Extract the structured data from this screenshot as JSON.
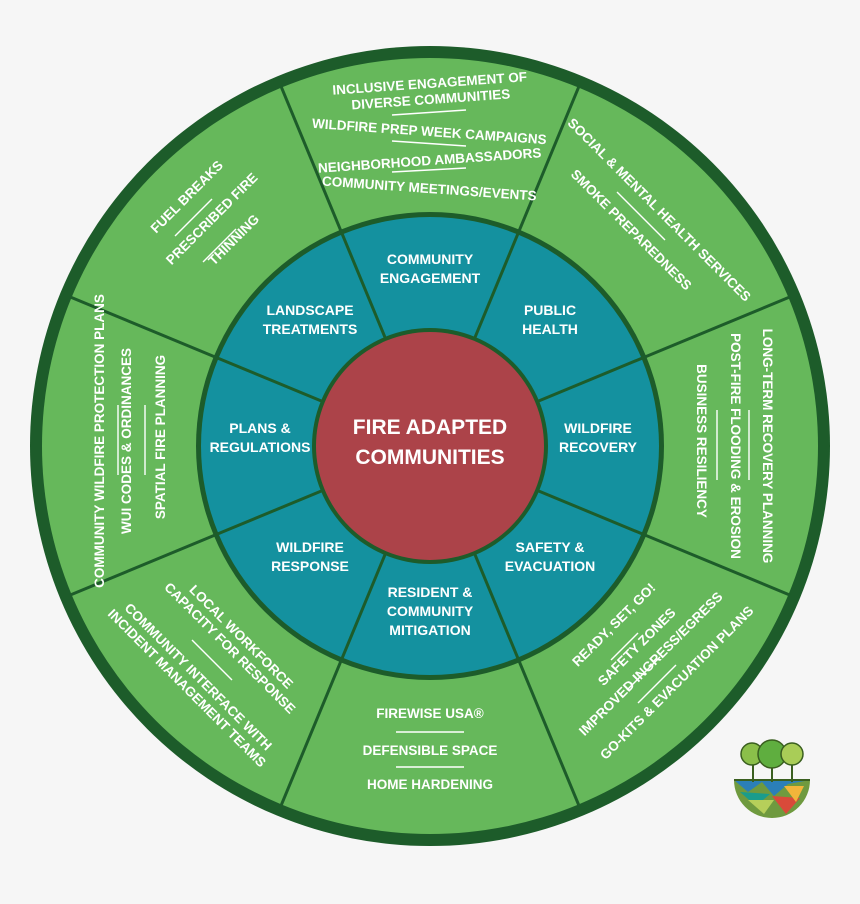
{
  "center": {
    "lines": [
      "FIRE ADAPTED",
      "COMMUNITIES"
    ]
  },
  "colors": {
    "outer_ring": "#66b85b",
    "outer_border": "#1d5c2a",
    "divider": "#1d5c2a",
    "middle_ring": "#14919f",
    "center": "#ac4349",
    "text": "#ffffff",
    "background": "#f6f6f6"
  },
  "segments": [
    {
      "id": "community-engagement",
      "name_lines": [
        "COMMUNITY",
        "ENGAGEMENT"
      ],
      "items": [
        "INCLUSIVE ENGAGEMENT OF DIVERSE COMMUNITIES",
        "WILDFIRE PREP WEEK CAMPAIGNS",
        "NEIGHBORHOOD AMBASSADORS",
        "COMMUNITY MEETINGS/EVENTS"
      ]
    },
    {
      "id": "public-health",
      "name_lines": [
        "PUBLIC",
        "HEALTH"
      ],
      "items": [
        "SOCIAL & MENTAL HEALTH SERVICES",
        "SMOKE PREPAREDNESS"
      ]
    },
    {
      "id": "wildfire-recovery",
      "name_lines": [
        "WILDFIRE",
        "RECOVERY"
      ],
      "items": [
        "LONG-TERM RECOVERY PLANNING",
        "POST-FIRE FLOODING & EROSION",
        "BUSINESS RESILIENCY"
      ]
    },
    {
      "id": "safety-evacuation",
      "name_lines": [
        "SAFETY &",
        "EVACUATION"
      ],
      "items": [
        "READY, SET, GO!",
        "SAFETY ZONES",
        "IMPROVED INGRESS/EGRESS",
        "GO-KITS & EVACUATION PLANS"
      ]
    },
    {
      "id": "resident-community-mitigation",
      "name_lines": [
        "RESIDENT &",
        "COMMUNITY",
        "MITIGATION"
      ],
      "items": [
        "FIREWISE USA®",
        "DEFENSIBLE SPACE",
        "HOME HARDENING"
      ]
    },
    {
      "id": "wildfire-response",
      "name_lines": [
        "WILDFIRE",
        "RESPONSE"
      ],
      "items": [
        "LOCAL WORKFORCE CAPACITY FOR RESPONSE",
        "COMMUNITY INTERFACE WITH INCIDENT MANAGEMENT TEAMS"
      ]
    },
    {
      "id": "plans-regulations",
      "name_lines": [
        "PLANS &",
        "REGULATIONS"
      ],
      "items": [
        "COMMUNITY WILDFIRE PROTECTION PLANS",
        "WUI CODES & ORDINANCES",
        "SPATIAL FIRE PLANNING"
      ]
    },
    {
      "id": "landscape-treatments",
      "name_lines": [
        "LANDSCAPE",
        "TREATMENTS"
      ],
      "items": [
        "FUEL BREAKS",
        "PRESCRIBED FIRE",
        "THINNING"
      ]
    }
  ],
  "logo": {
    "description_icon": "trees-landscape-logo-icon"
  }
}
